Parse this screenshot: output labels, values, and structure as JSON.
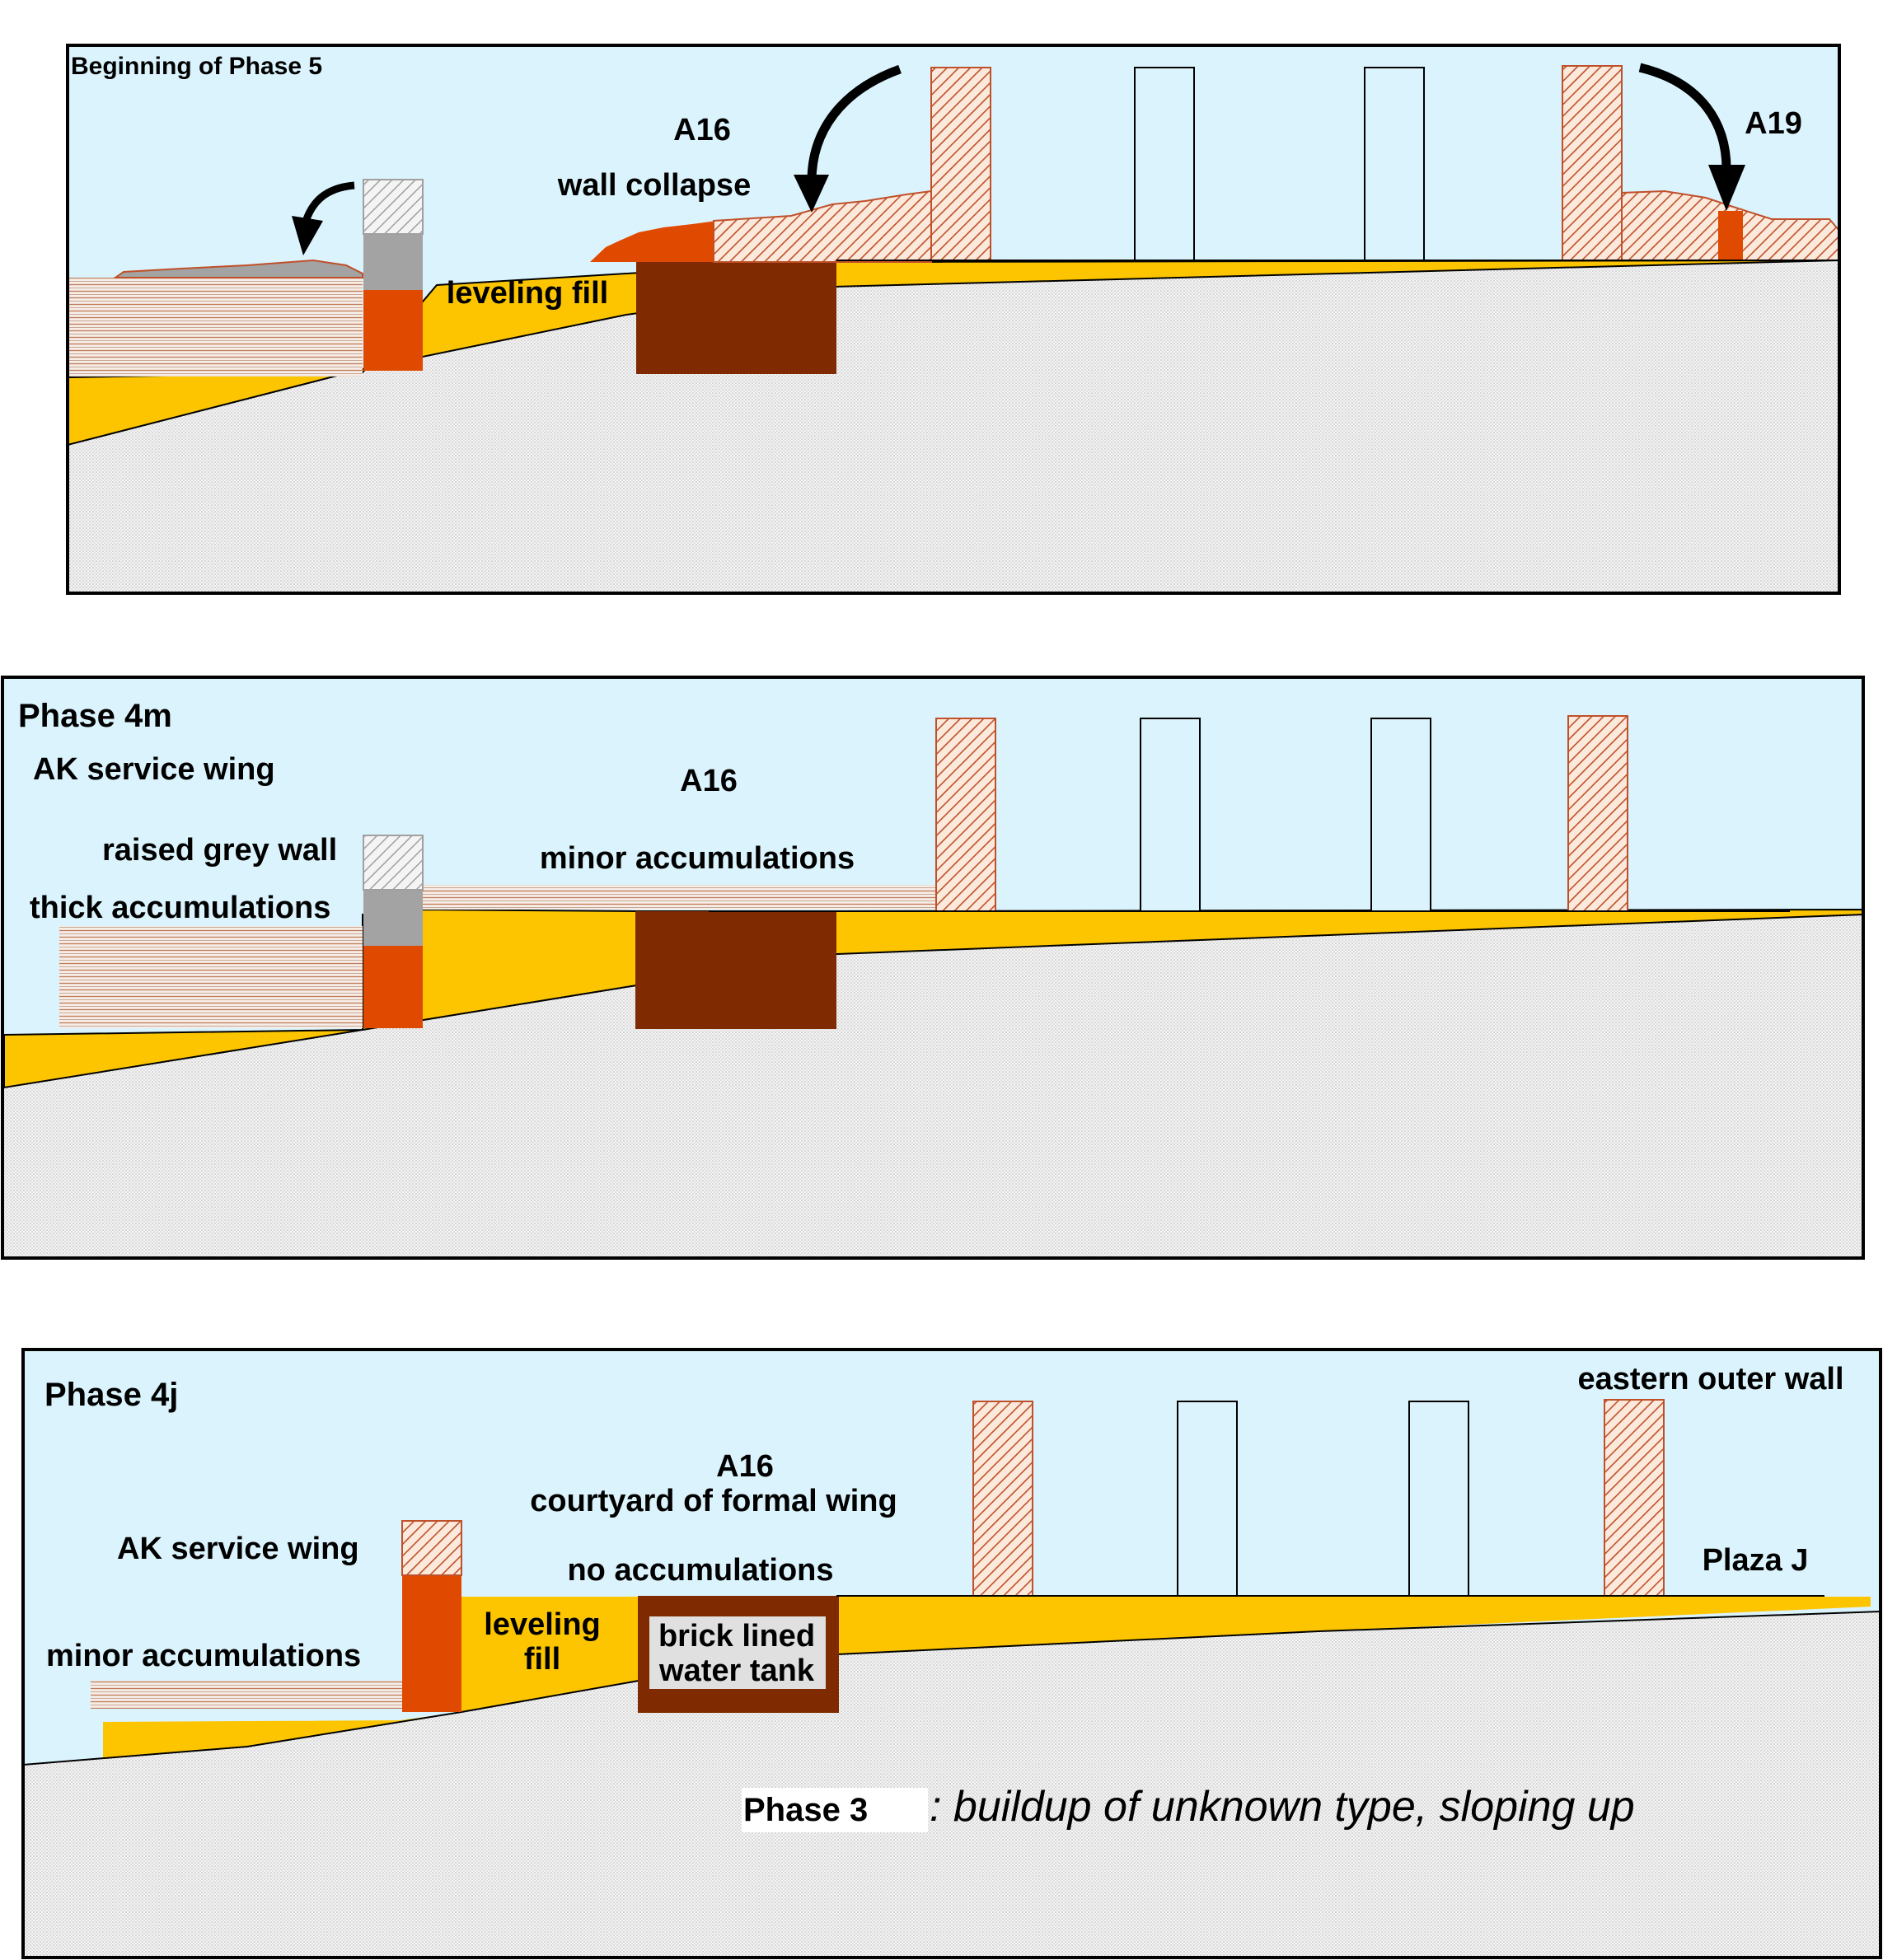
{
  "panel_phase5": {
    "title": "Beginning of Phase 5",
    "label_a16": "A16",
    "label_wall_collapse": "wall collapse",
    "label_a19": "A19",
    "label_leveling_fill": "leveling fill"
  },
  "panel_phase4m": {
    "title": "Phase 4m",
    "label_ak_service_wing": "AK service wing",
    "label_a16": "A16",
    "label_raised_grey_wall": "raised grey wall",
    "label_minor_accumulations": "minor accumulations",
    "label_thick_accumulations": "thick accumulations"
  },
  "panel_phase4j": {
    "title": "Phase 4j",
    "label_eastern_outer_wall": "eastern outer wall",
    "label_a16": "A16",
    "label_courtyard": "courtyard of formal wing",
    "label_ak_service_wing": "AK service wing",
    "label_no_accumulations": "no accumulations",
    "label_plaza_j": "Plaza J",
    "label_leveling": "leveling",
    "label_fill": "fill",
    "label_brick_lined": "brick lined",
    "label_water_tank": "water tank",
    "label_minor_accumulations": "minor accumulations",
    "legend_phase3": "Phase 3",
    "legend_text": ": buildup of unknown type, sloping up"
  },
  "colors": {
    "sky": "#dbf3fc",
    "fill_yellow": "#fcc500",
    "orange_wall": "#e04a00",
    "tank_brown": "#7f2a00",
    "grey_wall": "#a3a3a3",
    "hatch_brown": "#c0502a",
    "ground_dots": "#f2f2f2"
  }
}
